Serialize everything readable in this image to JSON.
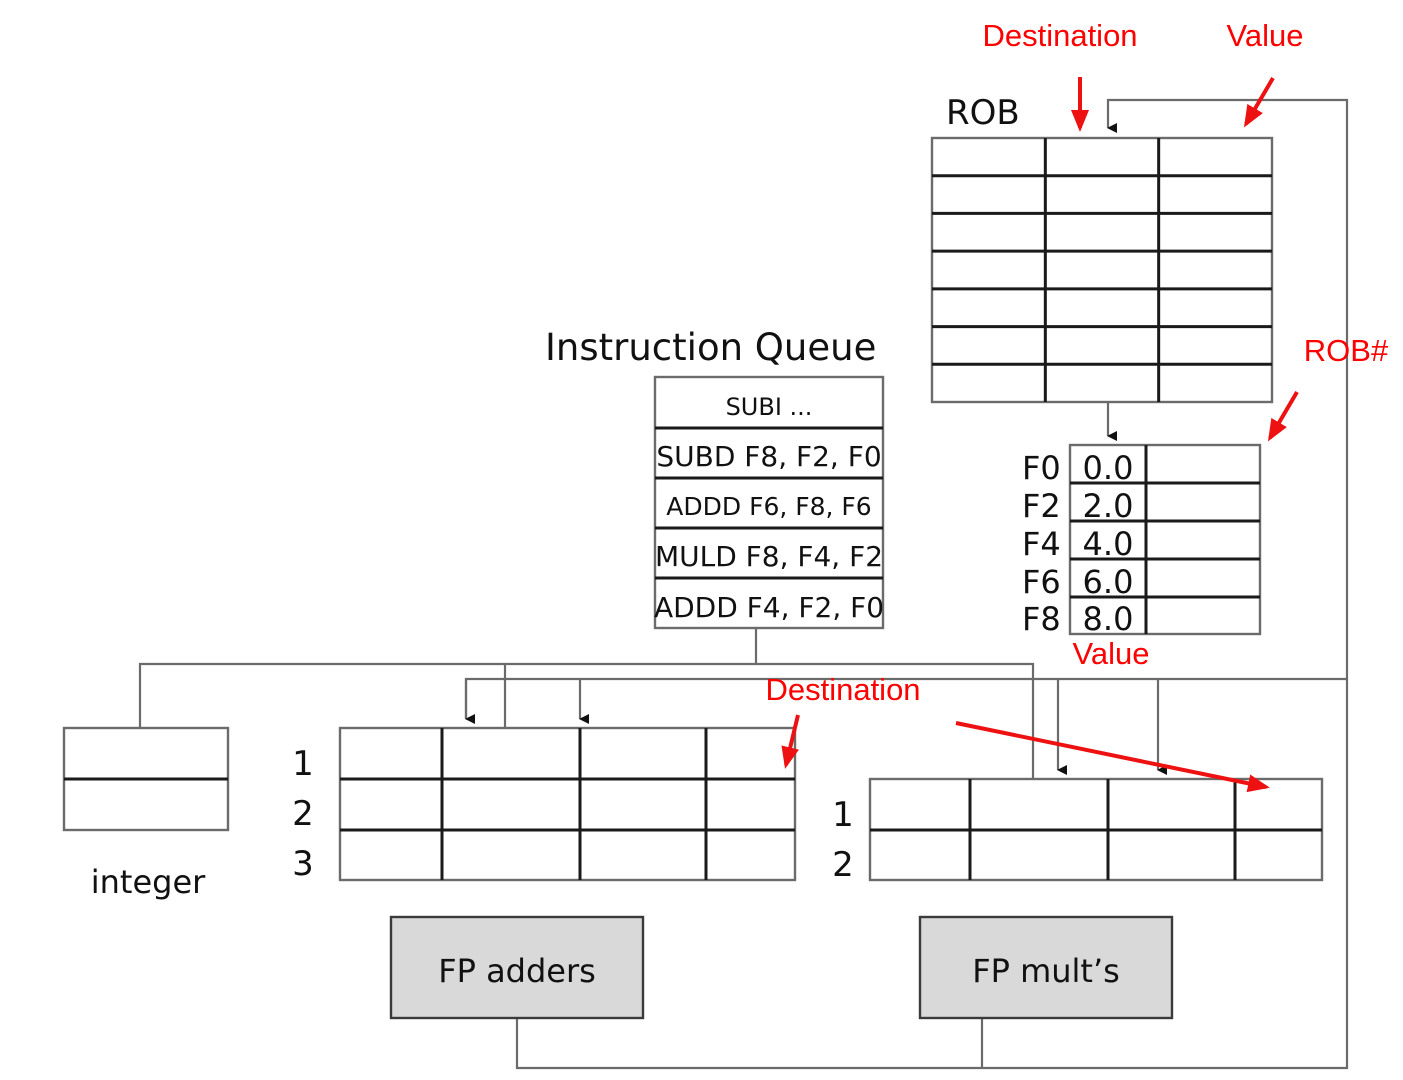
{
  "diagram": {
    "rob": {
      "title": "ROB",
      "rows": 7,
      "columns": 3
    },
    "instruction_queue": {
      "title": "Instruction Queue",
      "entries": [
        {
          "text": "SUBI ...",
          "color": "#111111"
        },
        {
          "text": "SUBD F8, F2, F0",
          "color": "#cc22cc"
        },
        {
          "text": "ADDD F6, F8, F6",
          "color": "#119933"
        },
        {
          "text": "MULD F8, F4, F2",
          "color": "#ff1111"
        },
        {
          "text": "ADDD F4, F2, F0",
          "color": "#111111"
        }
      ]
    },
    "register_file": {
      "registers": [
        {
          "name": "F0",
          "value": "0.0",
          "rob": ""
        },
        {
          "name": "F2",
          "value": "2.0",
          "rob": ""
        },
        {
          "name": "F4",
          "value": "4.0",
          "rob": ""
        },
        {
          "name": "F6",
          "value": "6.0",
          "rob": ""
        },
        {
          "name": "F8",
          "value": "8.0",
          "rob": ""
        }
      ]
    },
    "integer_unit": {
      "label": "integer"
    },
    "fp_adder_stations": {
      "row_labels": [
        "1",
        "2",
        "3"
      ],
      "columns": 4
    },
    "fp_mult_stations": {
      "row_labels": [
        "1",
        "2"
      ],
      "columns": 4
    },
    "fp_adders": {
      "label": "FP adders"
    },
    "fp_mults": {
      "label": "FP mult’s"
    },
    "annotations": {
      "rob_destination": "Destination",
      "rob_value": "Value",
      "reg_rob_num": "ROB#",
      "reg_value": "Value",
      "rs_destination": "Destination"
    },
    "annotation_color": "#ff0000"
  }
}
